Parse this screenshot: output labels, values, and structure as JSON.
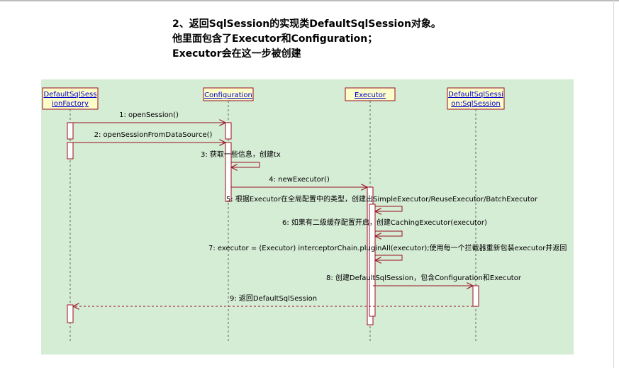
{
  "heading": {
    "line1": "2、返回SqlSession的实现类DefaultSqlSession对象。",
    "line2": "他里面包含了Executor和Configuration；",
    "line3": "Executor会在这一步被创建"
  },
  "colors": {
    "diagram_bg": "#d5ecd5",
    "box_fill": "#fdfdc9",
    "box_border": "#9b0f21",
    "arrow": "#9b0f21",
    "lifeline": "#666666",
    "text_link": "#0000cc"
  },
  "participants": [
    {
      "id": "factory",
      "line1": "DefaultSqlSess",
      "line2": "ionFactory"
    },
    {
      "id": "config",
      "line1": "Configuration",
      "line2": ""
    },
    {
      "id": "executor",
      "line1": "Executor",
      "line2": ""
    },
    {
      "id": "session",
      "line1": "DefaultSqlSessi",
      "line2": "on:SqlSession"
    }
  ],
  "messages": [
    {
      "label": "1: openSession()",
      "from": "factory",
      "to": "config",
      "kind": "call"
    },
    {
      "label": "2: openSessionFromDataSource()",
      "from": "factory",
      "to": "config",
      "kind": "call"
    },
    {
      "label": "3: 获取一些信息，创建tx",
      "from": "config",
      "to": "config",
      "kind": "self"
    },
    {
      "label": "4: newExecutor()",
      "from": "config",
      "to": "executor",
      "kind": "call"
    },
    {
      "label": "5: 根据Executor在全局配置中的类型，创建出SimpleExecutor/ReuseExecutor/BatchExecutor",
      "from": "executor",
      "to": "executor",
      "kind": "self"
    },
    {
      "label": "6: 如果有二级缓存配置开启，创建CachingExecutor(executor)",
      "from": "executor",
      "to": "executor",
      "kind": "self"
    },
    {
      "label": "7: executor = (Executor) interceptorChain.pluginAll(executor);使用每一个拦截器重新包装executor并返回",
      "from": "executor",
      "to": "executor",
      "kind": "self"
    },
    {
      "label": "8: 创建DefaultSqlSession，包含Configuration和Executor",
      "from": "executor",
      "to": "session",
      "kind": "call"
    },
    {
      "label": "9: 返回DefaultSqlSession",
      "from": "session",
      "to": "factory",
      "kind": "return"
    }
  ]
}
